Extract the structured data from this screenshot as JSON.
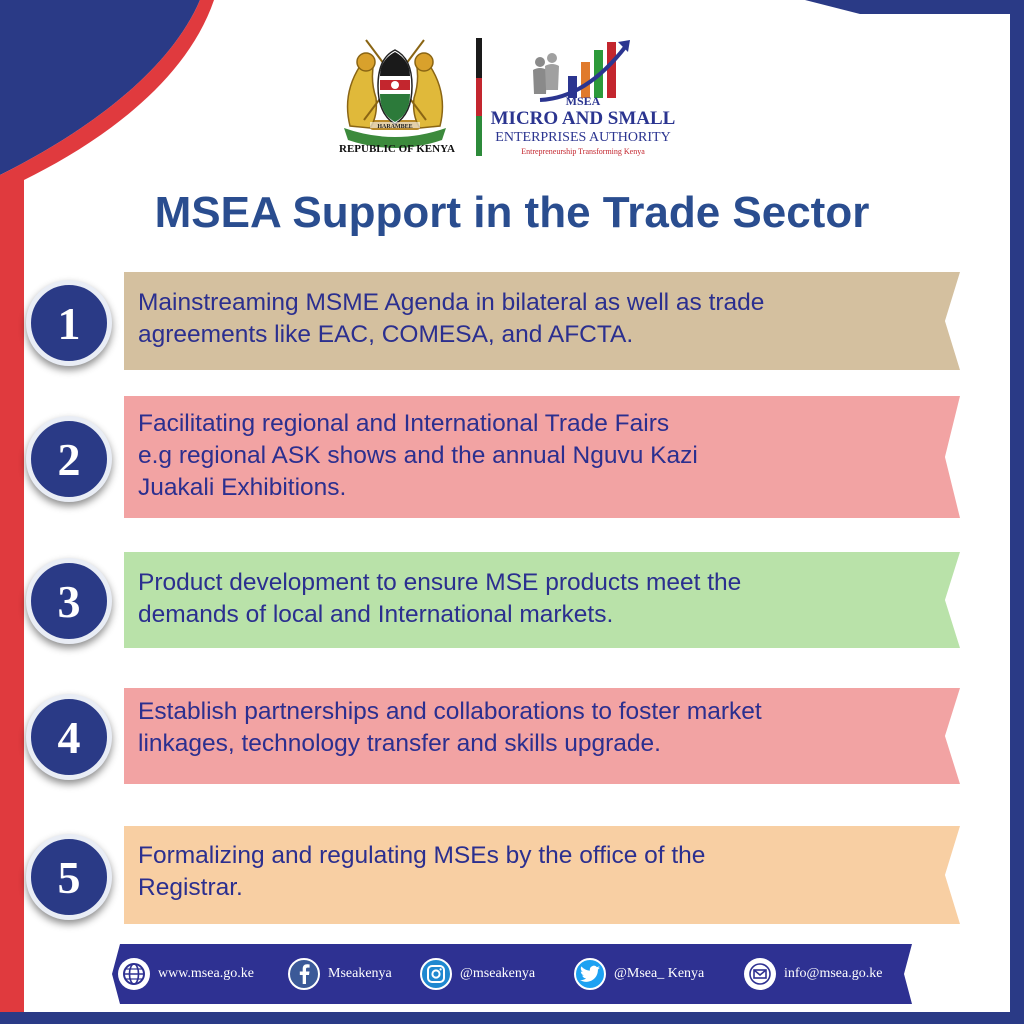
{
  "colors": {
    "navy": "#2a3a86",
    "title_blue": "#2a4d8f",
    "accent_red": "#e03a3e",
    "text_blue": "#2b2f8f",
    "footer": "#2e3192"
  },
  "header": {
    "coat_of_arms_caption": "REPUBLIC OF KENYA",
    "coat_of_arms_motto": "HARAMBEE",
    "msea_short": "MSEA",
    "msea_name_line1": "MICRO AND SMALL",
    "msea_name_line2": "ENTERPRISES AUTHORITY",
    "msea_tagline": "Entrepreneurship Transforming Kenya"
  },
  "title": "MSEA Support in the Trade Sector",
  "items": [
    {
      "number": "1",
      "color": "#d4c09f",
      "lines": [
        "Mainstreaming MSME Agenda in bilateral as well as trade",
        "agreements like EAC, COMESA, and AFCTA."
      ]
    },
    {
      "number": "2",
      "color": "#f2a3a3",
      "lines": [
        "Facilitating regional and International Trade Fairs",
        "e.g regional ASK shows and the annual Nguvu Kazi",
        "Juakali Exhibitions."
      ]
    },
    {
      "number": "3",
      "color": "#b9e2a9",
      "lines": [
        "Product development to ensure MSE products meet the",
        "demands of local and International markets."
      ]
    },
    {
      "number": "4",
      "color": "#f2a3a3",
      "lines": [
        "Establish partnerships and collaborations to foster market",
        "linkages, technology transfer and skills upgrade."
      ]
    },
    {
      "number": "5",
      "color": "#f8cfa3",
      "lines": [
        "Formalizing and regulating MSEs by the office of the",
        "Registrar."
      ]
    }
  ],
  "footer": {
    "website": {
      "icon": "globe-icon",
      "label": "www.msea.go.ke"
    },
    "facebook": {
      "icon": "facebook-icon",
      "label": "Mseakenya"
    },
    "instagram": {
      "icon": "instagram-icon",
      "label": "@mseakenya"
    },
    "twitter": {
      "icon": "twitter-icon",
      "label": "@Msea_ Kenya"
    },
    "email": {
      "icon": "email-icon",
      "label": "info@msea.go.ke"
    }
  }
}
